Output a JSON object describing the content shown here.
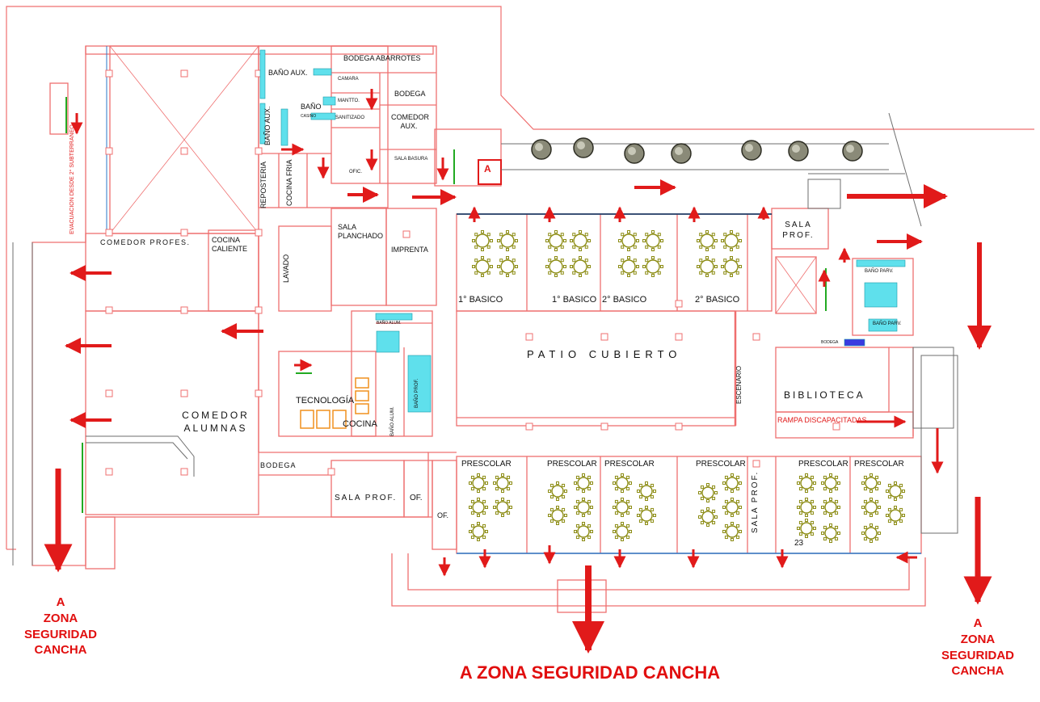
{
  "colors": {
    "wall": "#ef6f6f",
    "arrow": "#e11a1a",
    "plant": "#4a4a3a",
    "table": "#8c8c14",
    "fixture": "#20c8d8",
    "lab": "#f0901e"
  },
  "labels": {
    "bodega_abarrotes": "BODEGA ABARROTES",
    "bano_aux_top": "BAÑO AUX.",
    "camara": "CAMARA",
    "mantto": "MANTTO.",
    "bodega_top": "BODEGA",
    "bano": "BAÑO",
    "casino": "CASINO",
    "sanitizado": "SANITIZADO",
    "comedor_aux": "COMEDOR AUX.",
    "bano_aux_side": "BAÑO AUX.",
    "sala_basura": "SALA BASURA",
    "ofic": "OFIC.",
    "reposteria": "REPOSTERIA",
    "cocina_fria": "COCINA FRIA",
    "evacuacion": "EVACUACION DESDE 2° SUBTERRANEO",
    "comedor_profes": "COMEDOR PROFES.",
    "cocina_caliente": "COCINA CALIENTE",
    "lavado": "LAVADO",
    "sala_planchado": "SALA PLANCHADO",
    "imprenta": "IMPRENTA",
    "sala_prof_right": "SALA PROF.",
    "bano_parv_1": "BAÑO PARV.",
    "bano_parv_2": "BAÑO PARV.",
    "bodega_small": "BODEGA",
    "basico_1a": "1° BASICO",
    "basico_1b": "1° BASICO",
    "basico_2a": "2° BASICO",
    "basico_2b": "2° BASICO",
    "patio_cubierto": "PATIO CUBIERTO",
    "escenario": "ESCENARIO",
    "biblioteca": "BIBLIOTECA",
    "rampa": "RAMPA DISCAPACITADAS",
    "bano_alum": "BAÑO ALUM.",
    "bano_alum_v": "BAÑO ALUM.",
    "bano_prof_v": "BAÑO PROF.",
    "tecnologia": "TECNOLOGÍA",
    "cocina": "COCINA",
    "comedor_alumnas": "COMEDOR ALUMNAS",
    "bodega_bottom": "BODEGA",
    "sala_prof_bottom": "SALA PROF.",
    "of_1": "OF.",
    "of_2": "OF.",
    "prescolar_1": "PRESCOLAR",
    "prescolar_2": "PRESCOLAR",
    "prescolar_3": "PRESCOLAR",
    "prescolar_4": "PRESCOLAR",
    "prescolar_5": "PRESCOLAR",
    "prescolar_6": "PRESCOLAR",
    "sala_prof_v": "SALA PROF.",
    "room_23": "23",
    "exit_box": "A"
  },
  "zones": {
    "left": [
      "A",
      "ZONA",
      "SEGURIDAD",
      "CANCHA"
    ],
    "bottom": "A ZONA SEGURIDAD CANCHA",
    "right": [
      "A",
      "ZONA",
      "SEGURIDAD",
      "CANCHA"
    ]
  }
}
